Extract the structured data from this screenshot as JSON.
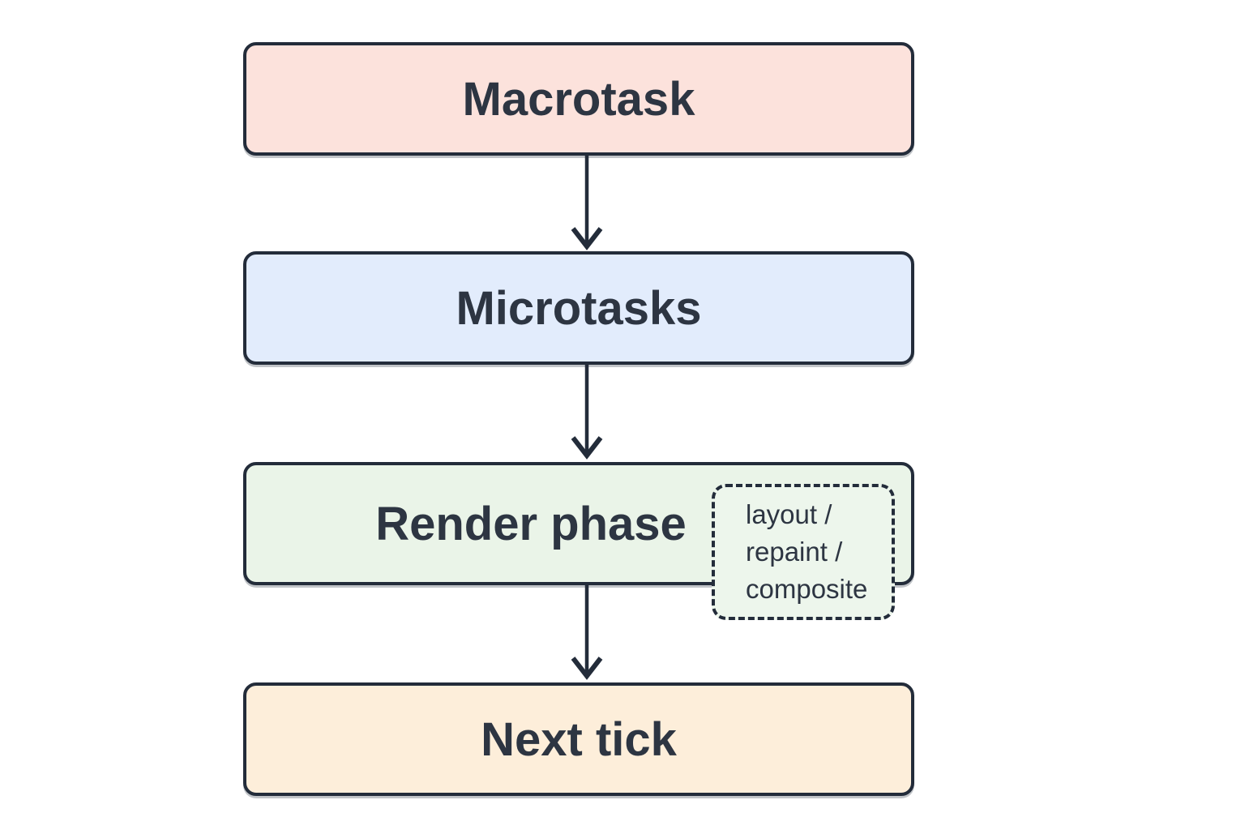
{
  "diagram": {
    "type": "flowchart",
    "orientation": "top-down",
    "nodes": [
      {
        "id": "macrotask",
        "label": "Macrotask",
        "fill": "#fce2dc"
      },
      {
        "id": "microtasks",
        "label": "Microtasks",
        "fill": "#e2ecfc"
      },
      {
        "id": "render-phase",
        "label": "Render phase",
        "fill": "#eaf4e8"
      },
      {
        "id": "next-tick",
        "label": "Next tick",
        "fill": "#fdeeda"
      }
    ],
    "edges": [
      {
        "from": "macrotask",
        "to": "microtasks"
      },
      {
        "from": "microtasks",
        "to": "render-phase"
      },
      {
        "from": "render-phase",
        "to": "next-tick"
      }
    ],
    "annotation": {
      "attached_to": "render-phase",
      "fill": "#edf6ec",
      "border_style": "dashed",
      "lines": {
        "0": "layout /",
        "1": "repaint /",
        "2": "composite"
      }
    },
    "colors": {
      "background": "#ffffff",
      "border": "#232c3a",
      "text": "#2d3542",
      "arrow": "#232c3a"
    }
  }
}
